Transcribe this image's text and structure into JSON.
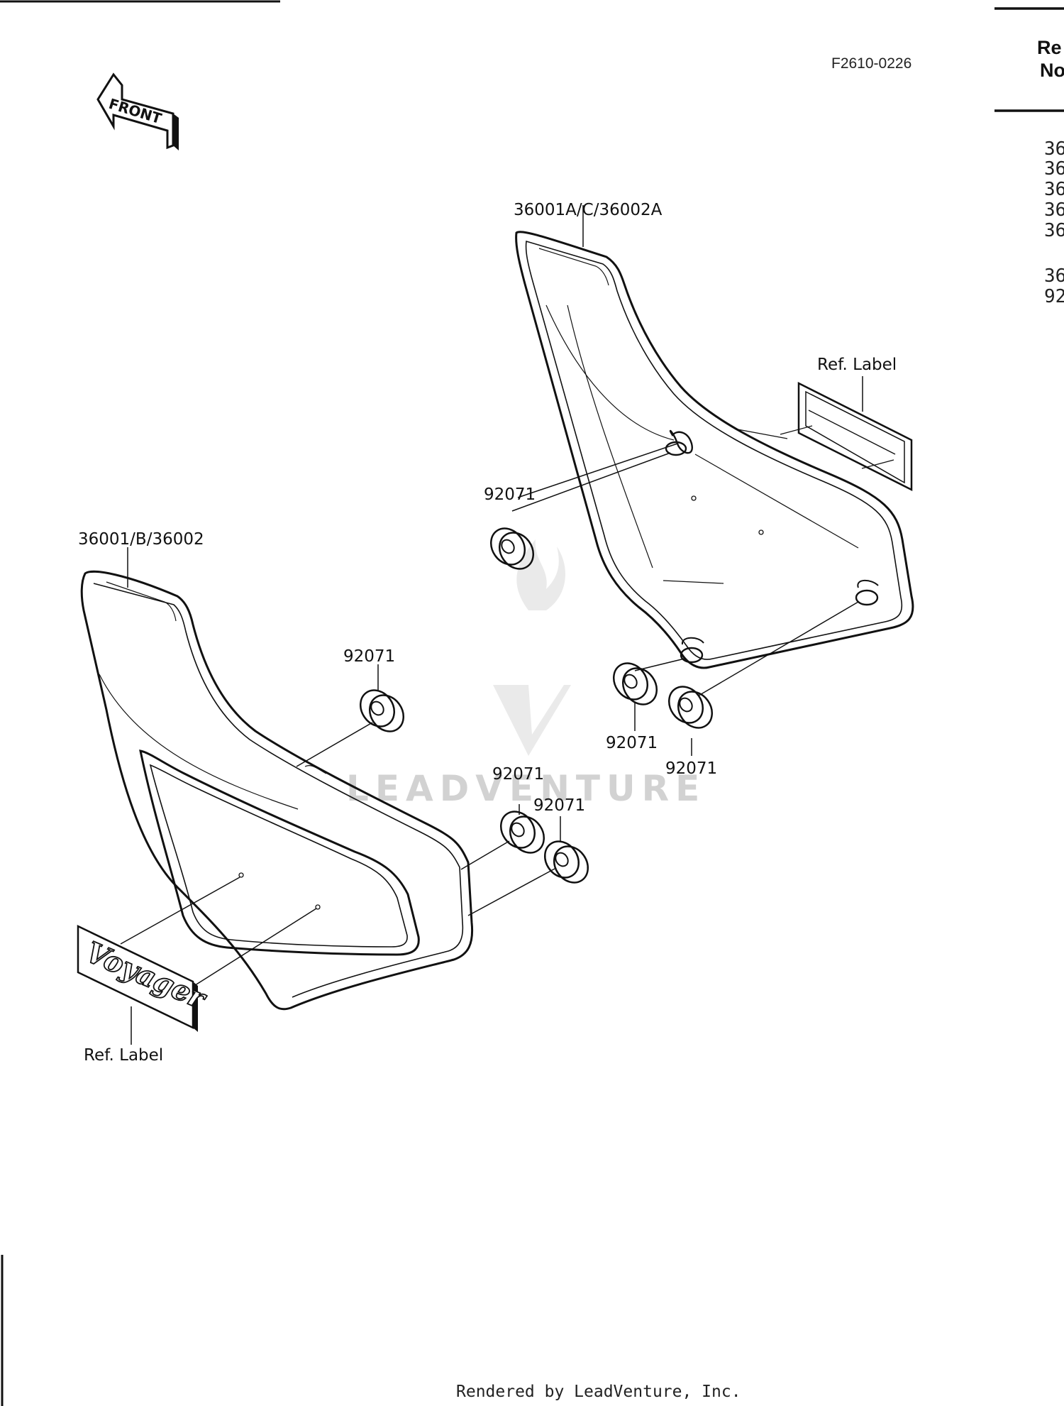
{
  "diagram": {
    "figure_code": "F2610-0226",
    "front_arrow_text": "FRONT",
    "parts": {
      "rh_cover": "36001A/C/36002A",
      "lh_cover": "36001/B/36002",
      "grommet": "92071",
      "ref_label": "Ref. Label",
      "emblem_text": "Voyager"
    }
  },
  "ref_table": {
    "header_line1": "Re",
    "header_line2": "No",
    "rows": [
      "36",
      "36",
      "36",
      "36",
      "36",
      "36",
      "92"
    ]
  },
  "watermark": {
    "text": "LEADVENTURE"
  },
  "footer": {
    "text": "Rendered by LeadVenture, Inc."
  }
}
